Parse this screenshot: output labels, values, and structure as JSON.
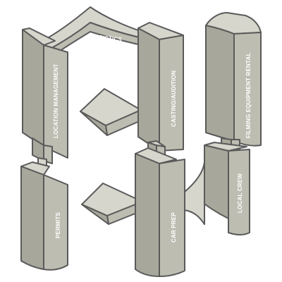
{
  "colors": {
    "front": "#bdbdb2",
    "side": "#a7a79b",
    "top": "#d6d6cd",
    "outline": "#5a5a5a"
  },
  "pieces": [
    {
      "id": "logistics",
      "label": "LOGISTICS"
    },
    {
      "id": "location-management",
      "label": "LOCATION MANAGEMENT"
    },
    {
      "id": "permits",
      "label": "PERMITS"
    },
    {
      "id": "casting-audition",
      "label": "CASTING/AUDITION"
    },
    {
      "id": "car-prep",
      "label": "CAR PREP"
    },
    {
      "id": "filming-equipment-rental",
      "label": "FILMING EQUIPMENT RENTAL"
    },
    {
      "id": "local-crew",
      "label": "LOCAL CREW"
    }
  ]
}
